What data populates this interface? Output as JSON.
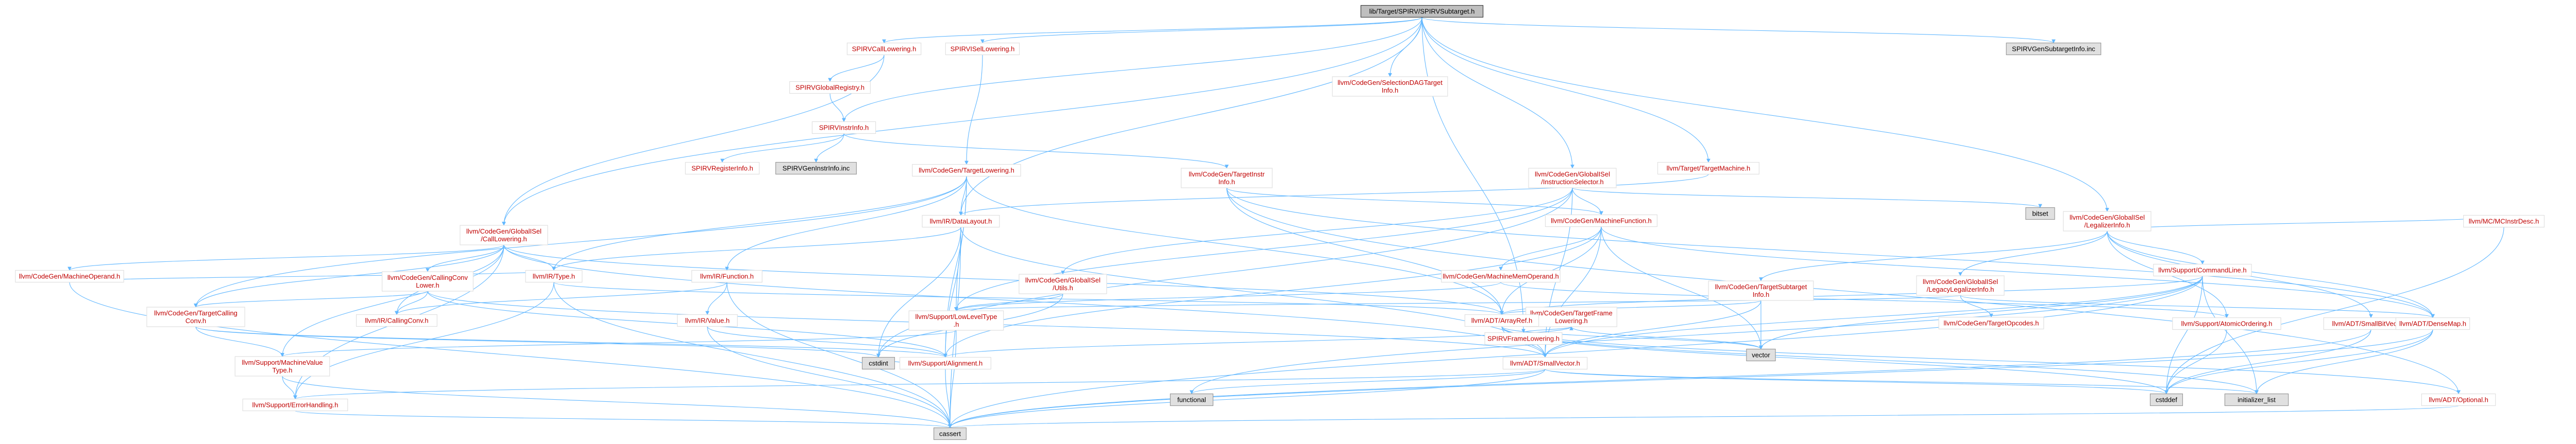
{
  "colors": {
    "root_fill": "#bfbfbf",
    "root_stroke": "#404040",
    "node_fill": "#ffffff",
    "node_stroke": "#e0e0e0",
    "ext_fill": "#e0e0e0",
    "ext_stroke": "#999999",
    "link_text": "#c00000",
    "plain_text": "#000000",
    "edge": "#63b8ff"
  },
  "nodes": [
    {
      "id": "root",
      "label": "lib/Target/SPIRV/SPIRVSubtarget.h",
      "kind": "root"
    },
    {
      "id": "callLowering",
      "label": "SPIRVCallLowering.h",
      "kind": "link"
    },
    {
      "id": "isaLowering",
      "label": "SPIRVISelLowering.h",
      "kind": "link"
    },
    {
      "id": "subtargetInfoInc",
      "label": "SPIRVGenSubtargetInfo.inc",
      "kind": "ext"
    },
    {
      "id": "globalRegistry",
      "label": "SPIRVGlobalRegistry.h",
      "kind": "link"
    },
    {
      "id": "instrInfo",
      "label": "SPIRVInstrInfo.h",
      "kind": "link"
    },
    {
      "id": "registerInfo",
      "label": "SPIRVRegisterInfo.h",
      "kind": "link"
    },
    {
      "id": "genInstrInfo",
      "label": "SPIRVGenInstrInfo.inc",
      "kind": "ext"
    },
    {
      "id": "selectionDAG",
      "label": [
        "llvm/CodeGen/SelectionDAGTarget",
        "Info.h"
      ],
      "kind": "link"
    },
    {
      "id": "gisel_instrSel",
      "label": [
        "llvm/CodeGen/GlobalISel",
        "/InstructionSelector.h"
      ],
      "kind": "link"
    },
    {
      "id": "targetMachine",
      "label": "llvm/Target/TargetMachine.h",
      "kind": "link"
    },
    {
      "id": "gisel_legalizer",
      "label": [
        "llvm/CodeGen/GlobalISel",
        "/LegalizerInfo.h"
      ],
      "kind": "link"
    },
    {
      "id": "targetLowering",
      "label": "llvm/CodeGen/TargetLowering.h",
      "kind": "link"
    },
    {
      "id": "targetInstrInfo",
      "label": [
        "llvm/CodeGen/TargetInstr",
        "Info.h"
      ],
      "kind": "link"
    },
    {
      "id": "gisel_callLowering",
      "label": [
        "llvm/CodeGen/GlobalISel",
        "/CallLowering.h"
      ],
      "kind": "link"
    },
    {
      "id": "dataLayout",
      "label": "llvm/IR/DataLayout.h",
      "kind": "link"
    },
    {
      "id": "machineFunction",
      "label": "llvm/CodeGen/MachineFunction.h",
      "kind": "link"
    },
    {
      "id": "bitset",
      "label": "bitset",
      "kind": "ext"
    },
    {
      "id": "frameLowering",
      "label": "SPIRVFrameLowering.h",
      "kind": "link"
    },
    {
      "id": "cgTargetSubtarget",
      "label": [
        "llvm/CodeGen/TargetSubtarget",
        "Info.h"
      ],
      "kind": "link"
    },
    {
      "id": "gisel_legacyLegalizer",
      "label": [
        "llvm/CodeGen/GlobalISel",
        "/LegacyLegalizerInfo.h"
      ],
      "kind": "link"
    },
    {
      "id": "commandLine",
      "label": "llvm/Support/CommandLine.h",
      "kind": "link"
    },
    {
      "id": "mcInstrDesc",
      "label": "llvm/MC/MCInstrDesc.h",
      "kind": "link"
    },
    {
      "id": "machineOperand",
      "label": "llvm/CodeGen/MachineOperand.h",
      "kind": "link"
    },
    {
      "id": "callingConvLower",
      "label": [
        "llvm/CodeGen/CallingConv",
        "Lower.h"
      ],
      "kind": "link"
    },
    {
      "id": "irType",
      "label": "llvm/IR/Type.h",
      "kind": "link"
    },
    {
      "id": "irFunction",
      "label": "llvm/IR/Function.h",
      "kind": "link"
    },
    {
      "id": "gisel_utils",
      "label": [
        "llvm/CodeGen/GlobalISel",
        "/Utils.h"
      ],
      "kind": "link"
    },
    {
      "id": "machineMemOperand",
      "label": "llvm/CodeGen/MachineMemOperand.h",
      "kind": "link"
    },
    {
      "id": "cgTargetFrame",
      "label": [
        "llvm/CodeGen/TargetFrame",
        "Lowering.h"
      ],
      "kind": "link"
    },
    {
      "id": "arrayRef",
      "label": "llvm/ADT/ArrayRef.h",
      "kind": "link"
    },
    {
      "id": "targetOpcodes",
      "label": "llvm/CodeGen/TargetOpcodes.h",
      "kind": "link"
    },
    {
      "id": "atomicOrdering",
      "label": "llvm/Support/AtomicOrdering.h",
      "kind": "link"
    },
    {
      "id": "smallBitVector",
      "label": "llvm/ADT/SmallBitVector.h",
      "kind": "link"
    },
    {
      "id": "denseMap",
      "label": "llvm/ADT/DenseMap.h",
      "kind": "link"
    },
    {
      "id": "cgTargetCallingConv",
      "label": [
        "llvm/CodeGen/TargetCalling",
        "Conv.h"
      ],
      "kind": "link"
    },
    {
      "id": "irCallingConv",
      "label": "llvm/IR/CallingConv.h",
      "kind": "link"
    },
    {
      "id": "irValue",
      "label": "llvm/IR/Value.h",
      "kind": "link"
    },
    {
      "id": "lowLevelType",
      "label": [
        "llvm/Support/LowLevelType",
        ".h"
      ],
      "kind": "link"
    },
    {
      "id": "vector",
      "label": "vector",
      "kind": "ext"
    },
    {
      "id": "cstdint",
      "label": "cstdint",
      "kind": "ext"
    },
    {
      "id": "alignment",
      "label": "llvm/Support/Alignment.h",
      "kind": "link"
    },
    {
      "id": "smallVector",
      "label": "llvm/ADT/SmallVector.h",
      "kind": "link"
    },
    {
      "id": "machineValueType",
      "label": [
        "llvm/Support/MachineValue",
        "Type.h"
      ],
      "kind": "link"
    },
    {
      "id": "functional",
      "label": "functional",
      "kind": "ext"
    },
    {
      "id": "cstddef",
      "label": "cstddef",
      "kind": "ext"
    },
    {
      "id": "initializer_list",
      "label": "initializer_list",
      "kind": "ext"
    },
    {
      "id": "optional",
      "label": "llvm/ADT/Optional.h",
      "kind": "link"
    },
    {
      "id": "errorHandling",
      "label": "llvm/Support/ErrorHandling.h",
      "kind": "link"
    },
    {
      "id": "cassert",
      "label": "cassert",
      "kind": "ext"
    }
  ],
  "edges": [
    [
      "root",
      "callLowering"
    ],
    [
      "root",
      "isaLowering"
    ],
    [
      "root",
      "subtargetInfoInc"
    ],
    [
      "root",
      "instrInfo"
    ],
    [
      "root",
      "selectionDAG"
    ],
    [
      "root",
      "gisel_instrSel"
    ],
    [
      "root",
      "targetMachine"
    ],
    [
      "root",
      "gisel_legalizer"
    ],
    [
      "root",
      "gisel_callLowering"
    ],
    [
      "root",
      "frameLowering"
    ],
    [
      "root",
      "dataLayout"
    ],
    [
      "callLowering",
      "globalRegistry"
    ],
    [
      "callLowering",
      "gisel_callLowering"
    ],
    [
      "isaLowering",
      "targetLowering"
    ],
    [
      "globalRegistry",
      "instrInfo"
    ],
    [
      "instrInfo",
      "registerInfo"
    ],
    [
      "instrInfo",
      "genInstrInfo"
    ],
    [
      "instrInfo",
      "targetInstrInfo"
    ],
    [
      "targetMachine",
      "dataLayout"
    ],
    [
      "gisel_instrSel",
      "machineFunction"
    ],
    [
      "gisel_instrSel",
      "lowLevelType"
    ],
    [
      "gisel_instrSel",
      "bitset"
    ],
    [
      "gisel_instrSel",
      "gisel_utils"
    ],
    [
      "gisel_instrSel",
      "smallVector"
    ],
    [
      "gisel_instrSel",
      "cstdint"
    ],
    [
      "gisel_legalizer",
      "gisel_legacyLegalizer"
    ],
    [
      "gisel_legalizer",
      "commandLine"
    ],
    [
      "gisel_legalizer",
      "mcInstrDesc"
    ],
    [
      "gisel_legalizer",
      "cgTargetSubtarget"
    ],
    [
      "gisel_legalizer",
      "denseMap"
    ],
    [
      "gisel_legalizer",
      "atomicOrdering"
    ],
    [
      "gisel_legalizer",
      "smallBitVector"
    ],
    [
      "targetLowering",
      "dataLayout"
    ],
    [
      "targetLowering",
      "irType"
    ],
    [
      "targetLowering",
      "irFunction"
    ],
    [
      "targetLowering",
      "lowLevelType"
    ],
    [
      "targetLowering",
      "cgTargetCallingConv"
    ],
    [
      "targetLowering",
      "alignment"
    ],
    [
      "targetLowering",
      "arrayRef"
    ],
    [
      "targetInstrInfo",
      "machineFunction"
    ],
    [
      "targetInstrInfo",
      "arrayRef"
    ],
    [
      "targetInstrInfo",
      "denseMap"
    ],
    [
      "targetInstrInfo",
      "optional"
    ],
    [
      "gisel_callLowering",
      "machineOperand"
    ],
    [
      "gisel_callLowering",
      "callingConvLower"
    ],
    [
      "gisel_callLowering",
      "irType"
    ],
    [
      "gisel_callLowering",
      "cgTargetCallingConv"
    ],
    [
      "gisel_callLowering",
      "irCallingConv"
    ],
    [
      "gisel_callLowering",
      "smallVector"
    ],
    [
      "gisel_callLowering",
      "arrayRef"
    ],
    [
      "gisel_callLowering",
      "machineValueType"
    ],
    [
      "gisel_callLowering",
      "errorHandling"
    ],
    [
      "dataLayout",
      "irType"
    ],
    [
      "dataLayout",
      "alignment"
    ],
    [
      "dataLayout",
      "smallVector"
    ],
    [
      "dataLayout",
      "cstdint"
    ],
    [
      "dataLayout",
      "cassert"
    ],
    [
      "machineFunction",
      "machineMemOperand"
    ],
    [
      "machineFunction",
      "arrayRef"
    ],
    [
      "machineFunction",
      "smallVector"
    ],
    [
      "machineFunction",
      "denseMap"
    ],
    [
      "machineFunction",
      "vector"
    ],
    [
      "machineFunction",
      "alignment"
    ],
    [
      "frameLowering",
      "cgTargetFrame"
    ],
    [
      "cgTargetSubtarget",
      "arrayRef"
    ],
    [
      "cgTargetSubtarget",
      "smallVector"
    ],
    [
      "cgTargetSubtarget",
      "vector"
    ],
    [
      "gisel_legacyLegalizer",
      "targetOpcodes"
    ],
    [
      "gisel_legacyLegalizer",
      "denseMap"
    ],
    [
      "gisel_legacyLegalizer",
      "lowLevelType"
    ],
    [
      "commandLine",
      "arrayRef"
    ],
    [
      "commandLine",
      "smallVector"
    ],
    [
      "commandLine",
      "functional"
    ],
    [
      "commandLine",
      "cassert"
    ],
    [
      "commandLine",
      "cstddef"
    ],
    [
      "commandLine",
      "vector"
    ],
    [
      "commandLine",
      "initializer_list"
    ],
    [
      "mcInstrDesc",
      "cstddef"
    ],
    [
      "machineOperand",
      "irType"
    ],
    [
      "machineOperand",
      "cassert"
    ],
    [
      "callingConvLower",
      "cgTargetCallingConv"
    ],
    [
      "callingConvLower",
      "irCallingConv"
    ],
    [
      "callingConvLower",
      "smallVector"
    ],
    [
      "callingConvLower",
      "alignment"
    ],
    [
      "irType",
      "arrayRef"
    ],
    [
      "irType",
      "errorHandling"
    ],
    [
      "irType",
      "cassert"
    ],
    [
      "irFunction",
      "irCallingConv"
    ],
    [
      "irFunction",
      "irValue"
    ],
    [
      "irFunction",
      "cassert"
    ],
    [
      "gisel_utils",
      "lowLevelType"
    ],
    [
      "gisel_utils",
      "cstdint"
    ],
    [
      "machineMemOperand",
      "lowLevelType"
    ],
    [
      "machineMemOperand",
      "atomicOrdering"
    ],
    [
      "cgTargetFrame",
      "vector"
    ],
    [
      "cgTargetFrame",
      "alignment"
    ],
    [
      "arrayRef",
      "smallVector"
    ],
    [
      "arrayRef",
      "cstddef"
    ],
    [
      "arrayRef",
      "initializer_list"
    ],
    [
      "arrayRef",
      "vector"
    ],
    [
      "arrayRef",
      "optional"
    ],
    [
      "atomicOrdering",
      "cstddef"
    ],
    [
      "smallBitVector",
      "cassert"
    ],
    [
      "smallBitVector",
      "cstddef"
    ],
    [
      "denseMap",
      "cassert"
    ],
    [
      "denseMap",
      "initializer_list"
    ],
    [
      "denseMap",
      "cstddef"
    ],
    [
      "cgTargetCallingConv",
      "machineValueType"
    ],
    [
      "cgTargetCallingConv",
      "alignment"
    ],
    [
      "cgTargetCallingConv",
      "cstdint"
    ],
    [
      "irValue",
      "cassert"
    ],
    [
      "irValue",
      "alignment"
    ],
    [
      "lowLevelType",
      "machineValueType"
    ],
    [
      "lowLevelType",
      "cassert"
    ],
    [
      "alignment",
      "cassert"
    ],
    [
      "alignment",
      "cstdint"
    ],
    [
      "smallVector",
      "cstddef"
    ],
    [
      "smallVector",
      "functional"
    ],
    [
      "smallVector",
      "initializer_list"
    ],
    [
      "smallVector",
      "cassert"
    ],
    [
      "smallVector",
      "errorHandling"
    ],
    [
      "machineValueType",
      "errorHandling"
    ],
    [
      "machineValueType",
      "cassert"
    ],
    [
      "optional",
      "cassert"
    ],
    [
      "errorHandling",
      "cassert"
    ]
  ]
}
